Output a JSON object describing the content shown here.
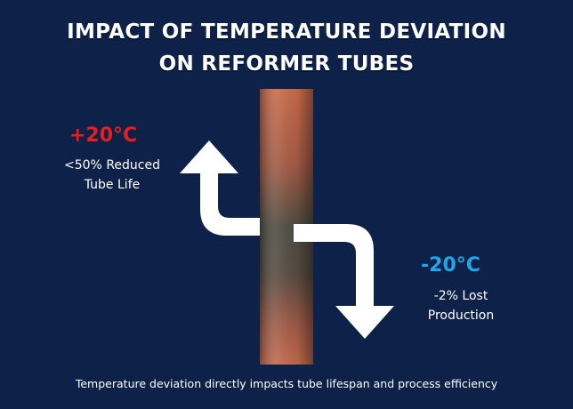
{
  "title": {
    "line1": "IMPACT OF TEMPERATURE DEVIATION",
    "line2": "ON REFORMER TUBES"
  },
  "increase": {
    "value": "+20°C",
    "description_line1": "<50% Reduced",
    "description_line2": "Tube Life",
    "color": "#e3201f"
  },
  "decrease": {
    "value": "-20°C",
    "description_line1": "-2% Lost",
    "description_line2": "Production",
    "color": "#1ea6ea"
  },
  "footer": "Temperature deviation directly impacts tube lifespan and process efficiency",
  "colors": {
    "background": "#0d2149",
    "tube_hot": "#c8684a",
    "tube_dark": "#4a4a42",
    "arrow": "#ffffff"
  }
}
